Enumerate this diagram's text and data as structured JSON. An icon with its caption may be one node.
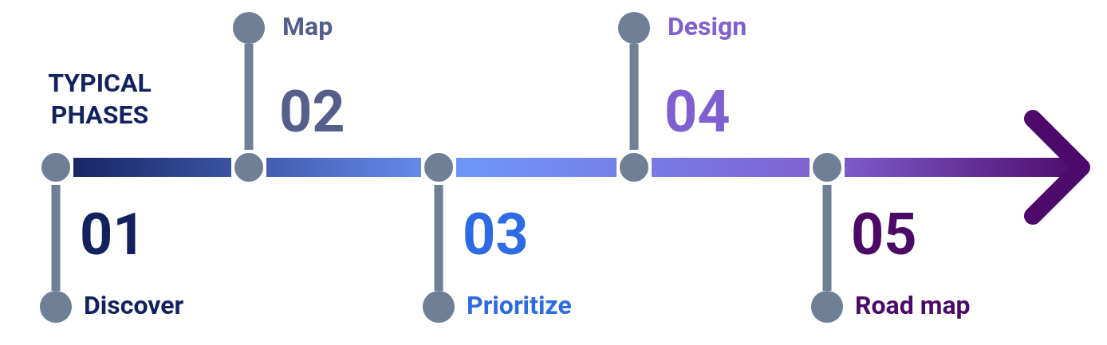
{
  "diagram": {
    "title": "TYPICAL PHASES",
    "nodes": [
      {
        "text": [],
        "shape": "circle"
      },
      {
        "text": [],
        "shape": "circle"
      },
      {
        "text": [],
        "shape": "circle"
      },
      {
        "text": [],
        "shape": "circle"
      },
      {
        "text": [],
        "shape": "circle"
      },
      {
        "text": [],
        "shape": "circle",
        "beside": [
          "01",
          "Discover"
        ]
      },
      {
        "text": [],
        "shape": "circle",
        "beside": [
          "02",
          "Map"
        ]
      },
      {
        "text": [],
        "shape": "circle",
        "beside": [
          "03",
          "Prioritize"
        ]
      },
      {
        "text": [],
        "shape": "circle",
        "beside": [
          "04",
          "Design"
        ]
      },
      {
        "text": [],
        "shape": "circle",
        "beside": [
          "05",
          "Road map"
        ]
      }
    ],
    "edges": [
      {
        "from": 0,
        "to": 1,
        "arrow": "none",
        "style": "thick"
      },
      {
        "from": 1,
        "to": 2,
        "arrow": "none",
        "style": "thick"
      },
      {
        "from": 2,
        "to": 3,
        "arrow": "none",
        "style": "thick"
      },
      {
        "from": 3,
        "to": 4,
        "arrow": "none",
        "style": "thick"
      },
      {
        "from": 4,
        "to": null,
        "arrow": "to",
        "style": "thick"
      },
      {
        "from": 0,
        "to": 5,
        "arrow": "none"
      },
      {
        "from": 1,
        "to": 6,
        "arrow": "none"
      },
      {
        "from": 2,
        "to": 7,
        "arrow": "none"
      },
      {
        "from": 3,
        "to": 8,
        "arrow": "none"
      },
      {
        "from": 4,
        "to": 9,
        "arrow": "none"
      }
    ]
  }
}
